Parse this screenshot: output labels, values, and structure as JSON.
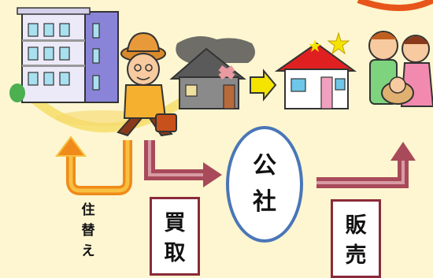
{
  "labels": {
    "move": [
      "住",
      "替",
      "え"
    ],
    "buy": [
      "買",
      "取"
    ],
    "corporation": [
      "公",
      "社"
    ],
    "sell": [
      "販",
      "売"
    ]
  },
  "colors": {
    "background": "#fdf6d0",
    "arrow_red": "#a84a5a",
    "arrow_orange": "#f08a1a",
    "ellipse_border": "#4a76b8",
    "path_yellow": "#f7e27a"
  },
  "icons": [
    "apartment-building-icon",
    "elderly-man-icon",
    "old-house-icon",
    "new-house-icon",
    "young-family-icon"
  ]
}
